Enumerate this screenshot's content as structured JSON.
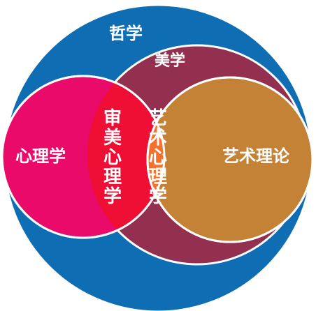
{
  "diagram": {
    "philosophy": {
      "label": "哲学",
      "color": "#0f6db4"
    },
    "aesthetics": {
      "label": "美学",
      "color": "#94304f"
    },
    "psychology": {
      "label": "心理学",
      "color": "#ea0a6a"
    },
    "art_theory": {
      "label": "艺术理论",
      "color": "#c38236"
    },
    "aesthetic_psychology": {
      "label": "审美心理学",
      "chars": [
        "审",
        "美",
        "心",
        "理",
        "学"
      ],
      "color": "#ef0e34"
    },
    "art_psychology": {
      "label": "艺术心理学",
      "chars": [
        "艺",
        "术",
        "心",
        "理",
        "学"
      ],
      "color": "#f5712b"
    }
  }
}
